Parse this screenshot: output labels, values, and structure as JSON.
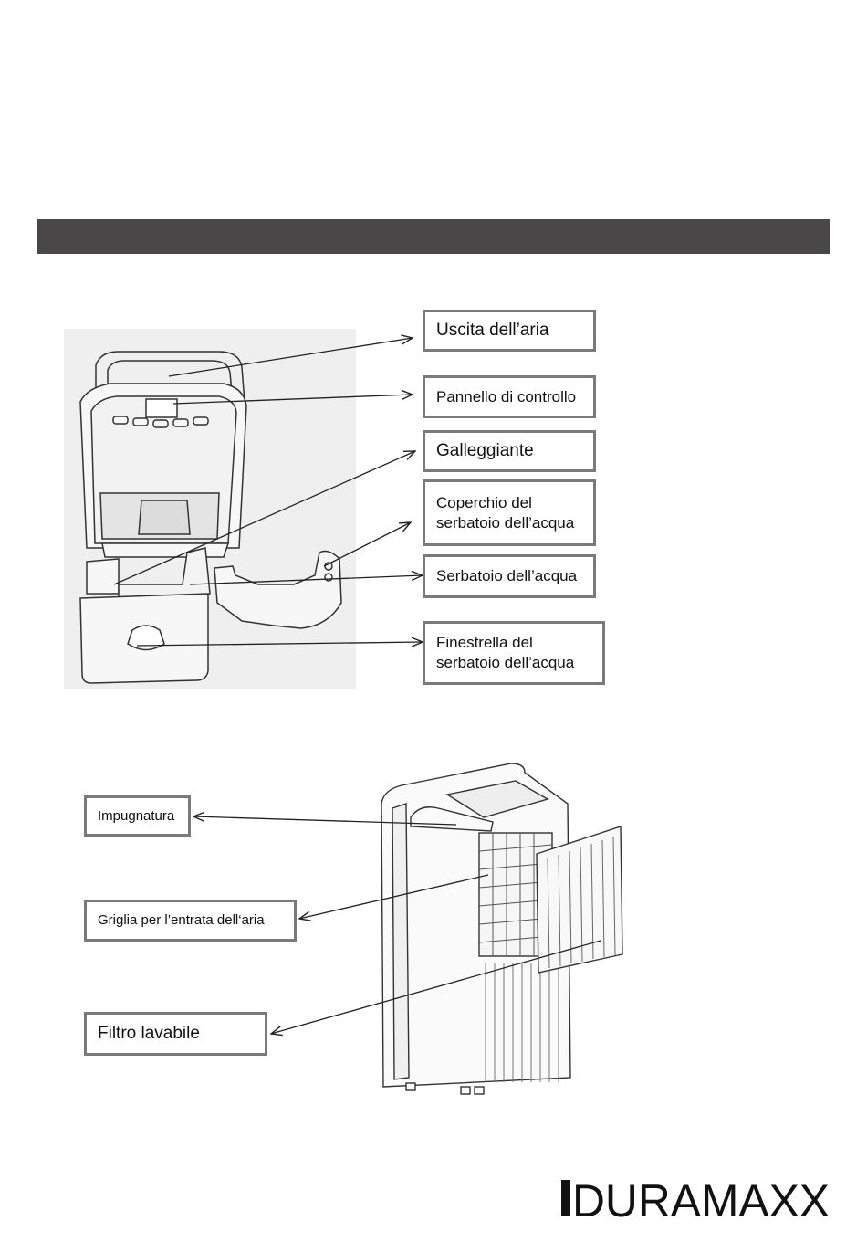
{
  "diagram_top": {
    "labels": [
      "Uscita dell’aria",
      "Pannello di controllo",
      "Galleggiante",
      "Coperchio del\nserbatoio dell’acqua",
      "Serbatoio dell’acqua",
      "Finestrella del\nserbatoio dell’acqua"
    ]
  },
  "diagram_bottom": {
    "labels": [
      "Impugnatura",
      "Griglia per l’entrata dell‘aria",
      "Filtro lavabile"
    ]
  },
  "logo": {
    "text": "DURAMAXX"
  }
}
